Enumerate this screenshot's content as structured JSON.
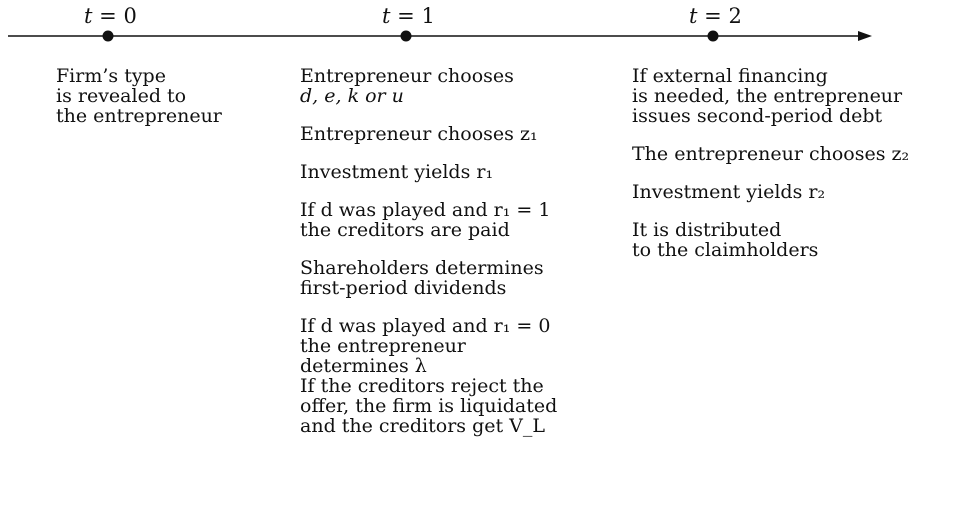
{
  "timeline": {
    "points": [
      {
        "var": "t",
        "eq": "=",
        "value": "0"
      },
      {
        "var": "t",
        "eq": "=",
        "value": "1"
      },
      {
        "var": "t",
        "eq": "=",
        "value": "2"
      }
    ]
  },
  "columns": [
    {
      "paragraphs": [
        {
          "lines": [
            "Firm’s type",
            "is revealed to",
            "the entrepreneur"
          ]
        }
      ]
    },
    {
      "paragraphs": [
        {
          "lines": [
            "Entrepreneur chooses",
            "d, e, k or u"
          ]
        },
        {
          "lines": [
            "Entrepreneur chooses z₁"
          ]
        },
        {
          "lines": [
            "Investment yields r₁"
          ]
        },
        {
          "lines": [
            "If d was played and r₁ = 1",
            "the creditors are paid"
          ]
        },
        {
          "lines": [
            "Shareholders determines",
            "first-period dividends"
          ]
        },
        {
          "lines": [
            "If d was played and r₁ = 0",
            "the entrepreneur",
            "determines λ"
          ]
        },
        {
          "lines": [
            "If the creditors reject the",
            "offer, the firm is liquidated",
            "and the creditors get V_L"
          ]
        }
      ]
    },
    {
      "paragraphs": [
        {
          "lines": [
            "If external financing",
            "is needed, the entrepreneur",
            "issues second-period debt"
          ]
        },
        {
          "lines": [
            "The entrepreneur chooses z₂"
          ]
        },
        {
          "lines": [
            "Investment yields r₂"
          ]
        },
        {
          "lines": [
            "It is distributed",
            "to the claimholders"
          ]
        }
      ]
    }
  ]
}
